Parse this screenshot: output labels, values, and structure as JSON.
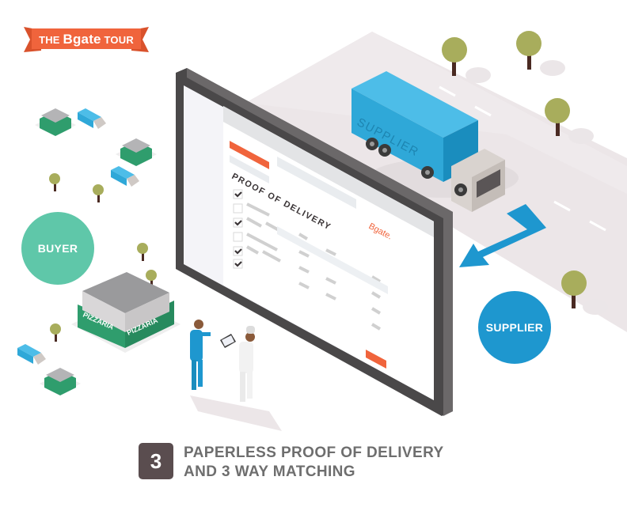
{
  "ribbon": {
    "prefix": "THE ",
    "brand": "Bgate",
    "suffix": " TOUR",
    "color": "#f0643c"
  },
  "roles": {
    "buyer": {
      "label": "BUYER",
      "color": "#5fc7a9"
    },
    "supplier": {
      "label": "SUPPLIER",
      "color": "#1e97cf"
    }
  },
  "truck": {
    "label": "SUPPLIER",
    "color": "#2fa8d8"
  },
  "screen": {
    "title": "PROOF OF DELIVERY",
    "brand": "Bgate.",
    "accent_color": "#f0643c",
    "checklist": [
      true,
      false,
      true,
      false,
      true,
      true
    ]
  },
  "store": {
    "sign": "PIZZARIA"
  },
  "step": {
    "number": "3",
    "line1": "PAPERLESS PROOF OF DELIVERY",
    "line2": "AND 3 WAY MATCHING"
  }
}
